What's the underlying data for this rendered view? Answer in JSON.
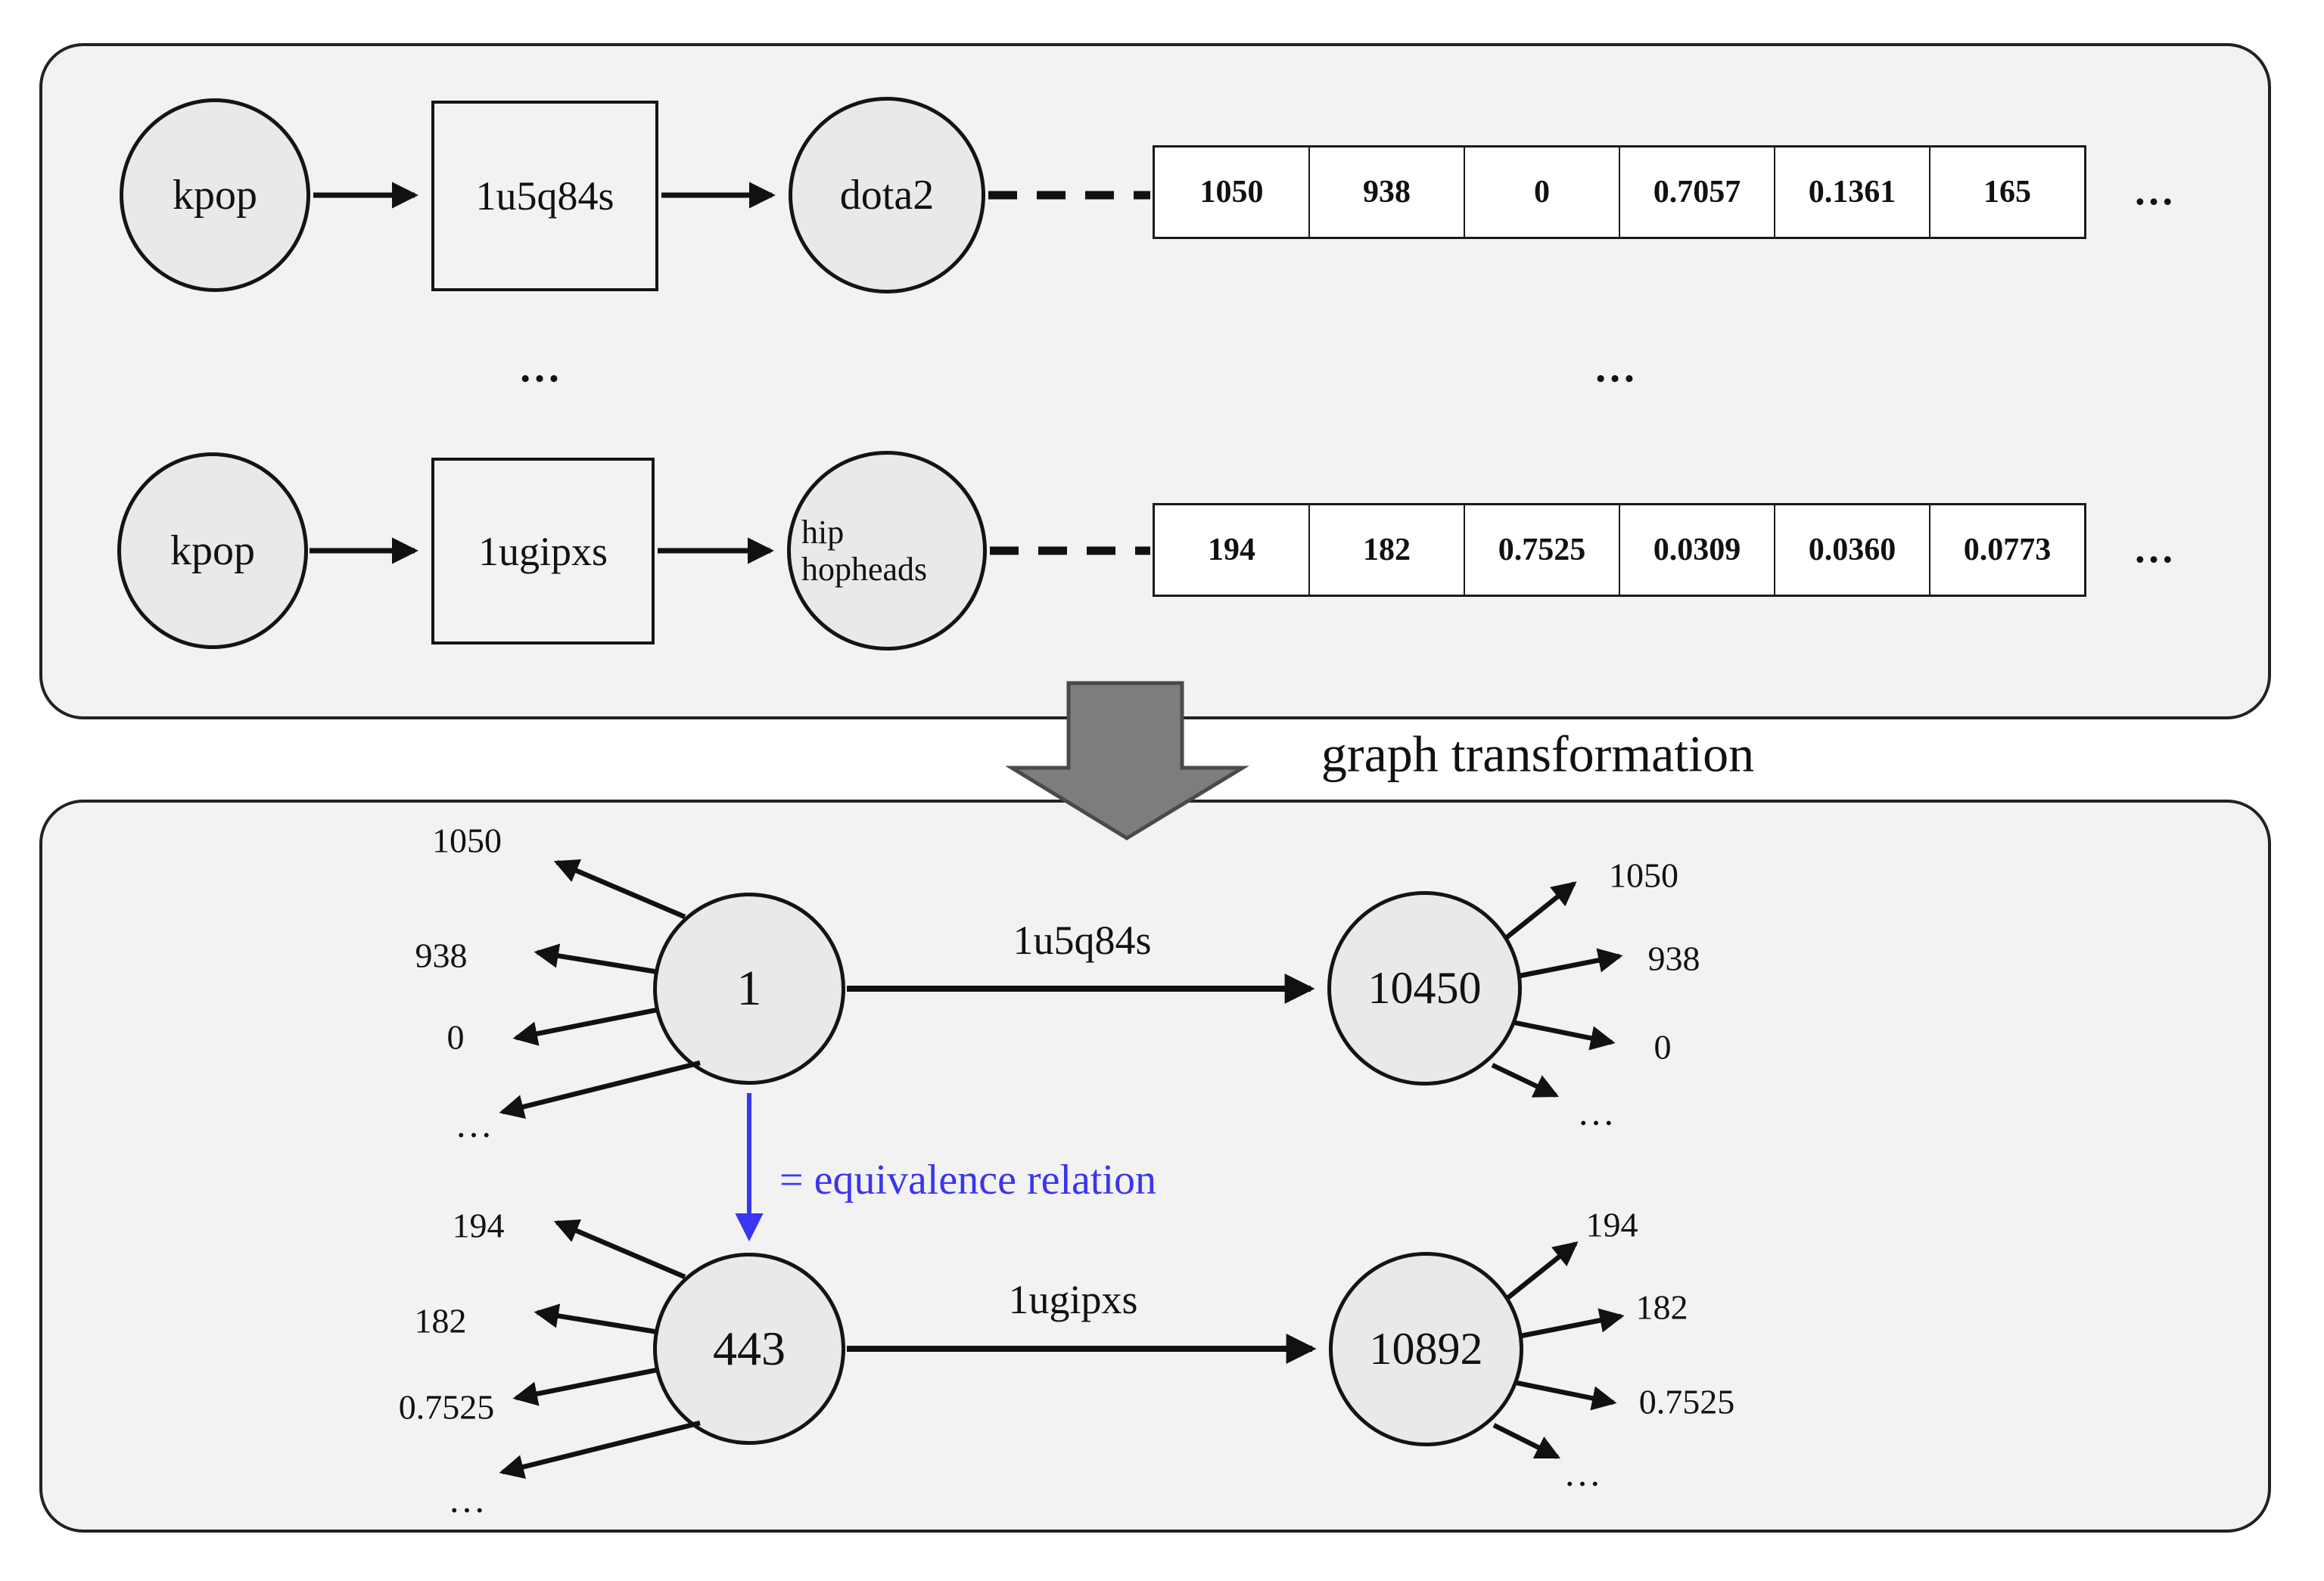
{
  "colors": {
    "panel_bg": "#f2f2f2",
    "node_fill": "#e9e9e9",
    "cell_bg": "#ffffff",
    "outline": "#1a1a1a",
    "accent_blue": "#3a35f1",
    "arrow_gray": "#7d7d7d",
    "arrow_gray_outline": "#4a4a4a"
  },
  "top_panel": {
    "rows": [
      {
        "subreddit": "kpop",
        "post_id": "1u5q84s",
        "target": "dota2",
        "features": [
          "1050",
          "938",
          "0",
          "0.7057",
          "0.1361",
          "165"
        ],
        "more": "…"
      },
      {
        "subreddit": "kpop",
        "post_id": "1ugipxs",
        "target_line1": "hip",
        "target_line2": "hopheads",
        "features": [
          "194",
          "182",
          "0.7525",
          "0.0309",
          "0.0360",
          "0.0773"
        ],
        "more": "…"
      }
    ],
    "ellipsis_left": "…",
    "ellipsis_right": "…"
  },
  "transform_label": "graph transformation",
  "bottom_panel": {
    "equivalence_label": "= equivalence relation",
    "nodes": [
      {
        "id": "1"
      },
      {
        "id": "10450"
      },
      {
        "id": "443"
      },
      {
        "id": "10892"
      }
    ],
    "edges": [
      {
        "label": "1u5q84s"
      },
      {
        "label": "1ugipxs"
      }
    ],
    "groups": [
      {
        "labels": [
          "1050",
          "938",
          "0",
          "…"
        ]
      },
      {
        "labels": [
          "1050",
          "938",
          "0",
          "…"
        ]
      },
      {
        "labels": [
          "194",
          "182",
          "0.7525",
          "…"
        ]
      },
      {
        "labels": [
          "194",
          "182",
          "0.7525",
          "…"
        ]
      }
    ]
  }
}
